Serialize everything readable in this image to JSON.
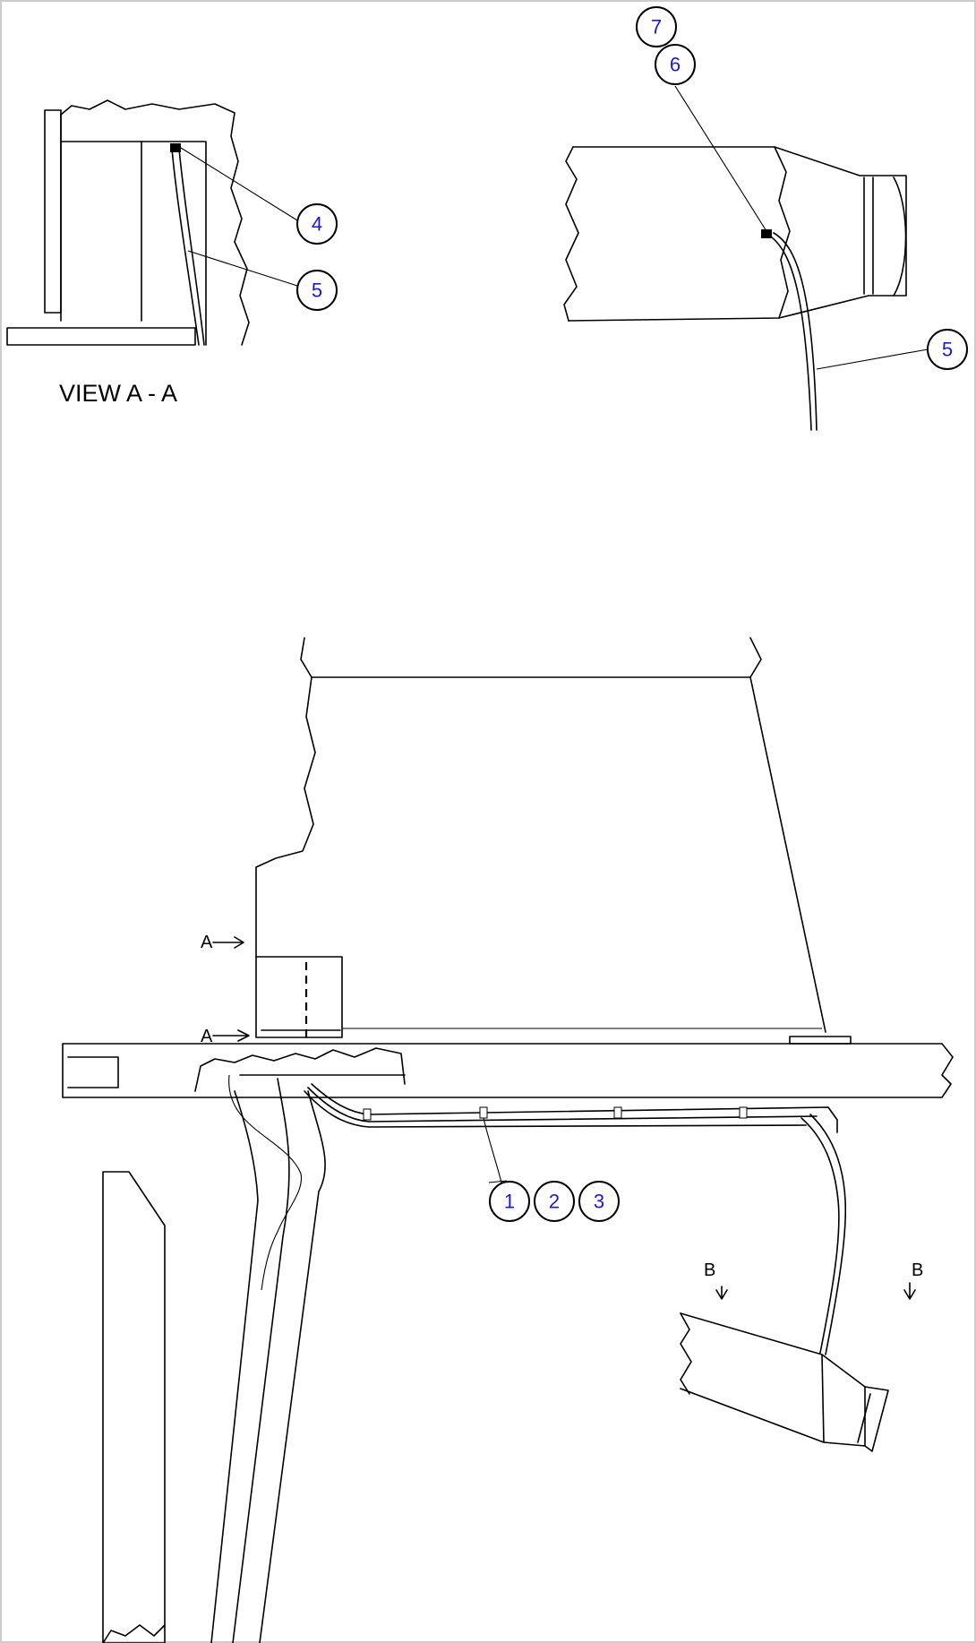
{
  "callouts": {
    "c7": "7",
    "c6": "6",
    "c4": "4",
    "c5_view": "5",
    "c5_top": "5",
    "c1": "1",
    "c2": "2",
    "c3": "3"
  },
  "labels": {
    "view_aa": "VIEW  A - A",
    "section_a_upper": "A",
    "section_a_lower": "A",
    "section_b_left": "B",
    "section_b_right": "B"
  },
  "colors": {
    "callout_number": "#1a1ad6",
    "line": "#000000",
    "frame": "#cccccc"
  }
}
